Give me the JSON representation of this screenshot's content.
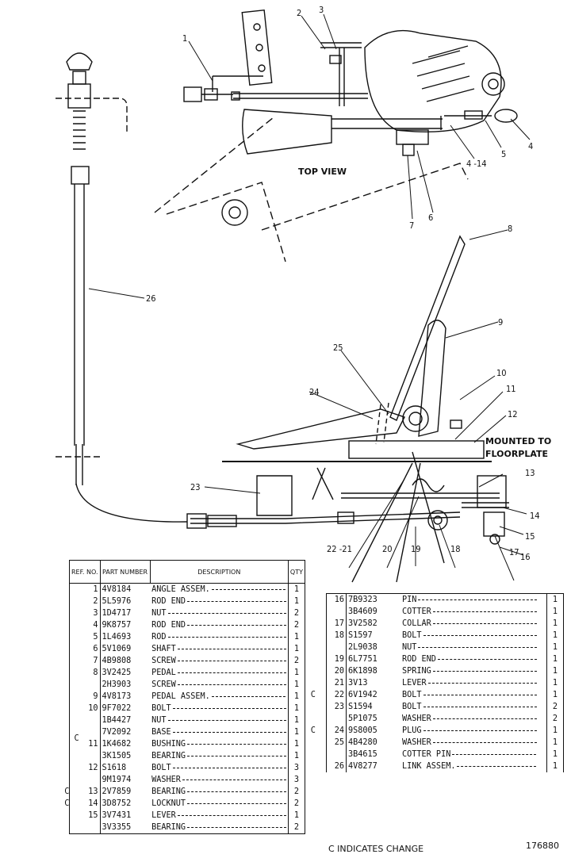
{
  "drawing": {
    "view_caption": "TOP VIEW",
    "mount_note_1": "MOUNTED TO",
    "mount_note_2": "FLOORPLATE",
    "callouts": {
      "c1": "1",
      "c2": "2",
      "c3": "3",
      "c4": "4",
      "c5": "5",
      "c6": "6",
      "c7": "7",
      "c414": "4 -14",
      "c8": "8",
      "c9": "9",
      "c10": "10",
      "c11": "11",
      "c12": "12",
      "c13": "13",
      "c14": "14",
      "c15": "15",
      "c16": "16",
      "c17": "17",
      "c18": "18",
      "c19": "19",
      "c20": "20",
      "c2221": "22 -21",
      "c23": "23",
      "c24": "24",
      "c25": "25",
      "c26": "26"
    }
  },
  "parts_table": {
    "headers": {
      "ref": "REF. NO.",
      "part": "PART NUMBER",
      "desc": "DESCRIPTION",
      "qty": "QTY"
    },
    "left": [
      {
        "chg": "",
        "ref": "1",
        "pn": "4V8184",
        "desc": "ANGLE ASSEM.",
        "qty": "1"
      },
      {
        "chg": "",
        "ref": "2",
        "pn": "5L5976",
        "desc": "ROD END",
        "qty": "1"
      },
      {
        "chg": "",
        "ref": "3",
        "pn": "1D4717",
        "desc": "NUT",
        "qty": "2"
      },
      {
        "chg": "",
        "ref": "4",
        "pn": "9K8757",
        "desc": "ROD END",
        "qty": "2"
      },
      {
        "chg": "",
        "ref": "5",
        "pn": "1L4693",
        "desc": "ROD",
        "qty": "1"
      },
      {
        "chg": "",
        "ref": "6",
        "pn": "5V1069",
        "desc": "SHAFT",
        "qty": "1"
      },
      {
        "chg": "",
        "ref": "7",
        "pn": "4B9808",
        "desc": "SCREW",
        "qty": "2"
      },
      {
        "chg": "",
        "ref": "8",
        "pn": "3V2425",
        "desc": "PEDAL",
        "qty": "1"
      },
      {
        "chg": "",
        "ref": "",
        "pn": "2H3903",
        "desc": "SCREW",
        "qty": "1"
      },
      {
        "chg": "",
        "ref": "9",
        "pn": "4V8173",
        "desc": "PEDAL ASSEM.",
        "qty": "1"
      },
      {
        "chg": "",
        "ref": "10",
        "pn": "9F7022",
        "desc": "BOLT",
        "qty": "1"
      },
      {
        "chg": "",
        "ref": "",
        "pn": "1B4427",
        "desc": "NUT",
        "qty": "1"
      },
      {
        "chg": "C",
        "ref": "",
        "pn": "7V2092",
        "desc": "BASE",
        "qty": "1"
      },
      {
        "chg": "",
        "ref": "11",
        "pn": "1K4682",
        "desc": "BUSHING",
        "qty": "1"
      },
      {
        "chg": "",
        "ref": "",
        "pn": "3K1505",
        "desc": "BEARING",
        "qty": "1"
      },
      {
        "chg": "",
        "ref": "12",
        "pn": "S1618",
        "desc": "BOLT",
        "qty": "3"
      },
      {
        "chg": "",
        "ref": "",
        "pn": "9M1974",
        "desc": "WASHER",
        "qty": "3"
      },
      {
        "chg": "C",
        "ref": "13",
        "pn": "2V7859",
        "desc": "BEARING",
        "qty": "2"
      },
      {
        "chg": "C",
        "ref": "14",
        "pn": "3D8752",
        "desc": "LOCKNUT",
        "qty": "2"
      },
      {
        "chg": "",
        "ref": "15",
        "pn": "3V7431",
        "desc": "LEVER",
        "qty": "1"
      },
      {
        "chg": "",
        "ref": "",
        "pn": "3V3355",
        "desc": "BEARING",
        "qty": "2"
      }
    ],
    "right": [
      {
        "chg": "",
        "ref": "16",
        "pn": "7B9323",
        "desc": "PIN",
        "qty": "1"
      },
      {
        "chg": "",
        "ref": "",
        "pn": "3B4609",
        "desc": "COTTER",
        "qty": "1"
      },
      {
        "chg": "",
        "ref": "17",
        "pn": "3V2582",
        "desc": "COLLAR",
        "qty": "1"
      },
      {
        "chg": "",
        "ref": "18",
        "pn": "S1597",
        "desc": "BOLT",
        "qty": "1"
      },
      {
        "chg": "",
        "ref": "",
        "pn": "2L9038",
        "desc": "NUT",
        "qty": "1"
      },
      {
        "chg": "",
        "ref": "19",
        "pn": "6L7751",
        "desc": "ROD END",
        "qty": "1"
      },
      {
        "chg": "",
        "ref": "20",
        "pn": "6K1898",
        "desc": "SPRING",
        "qty": "1"
      },
      {
        "chg": "",
        "ref": "21",
        "pn": "3V13",
        "desc": "LEVER",
        "qty": "1"
      },
      {
        "chg": "C",
        "ref": "22",
        "pn": "6V1942",
        "desc": "BOLT",
        "qty": "1"
      },
      {
        "chg": "",
        "ref": "23",
        "pn": "S1594",
        "desc": "BOLT",
        "qty": "2"
      },
      {
        "chg": "",
        "ref": "",
        "pn": "5P1075",
        "desc": "WASHER",
        "qty": "2"
      },
      {
        "chg": "C",
        "ref": "24",
        "pn": "9S8005",
        "desc": "PLUG",
        "qty": "1"
      },
      {
        "chg": "",
        "ref": "25",
        "pn": "4B4280",
        "desc": "WASHER",
        "qty": "1"
      },
      {
        "chg": "",
        "ref": "",
        "pn": "3B4615",
        "desc": "COTTER PIN",
        "qty": "1"
      },
      {
        "chg": "",
        "ref": "26",
        "pn": "4V8277",
        "desc": "LINK ASSEM.",
        "qty": "1"
      }
    ]
  },
  "footer": {
    "note": "C INDICATES CHANGE",
    "figure_number": "176880"
  }
}
